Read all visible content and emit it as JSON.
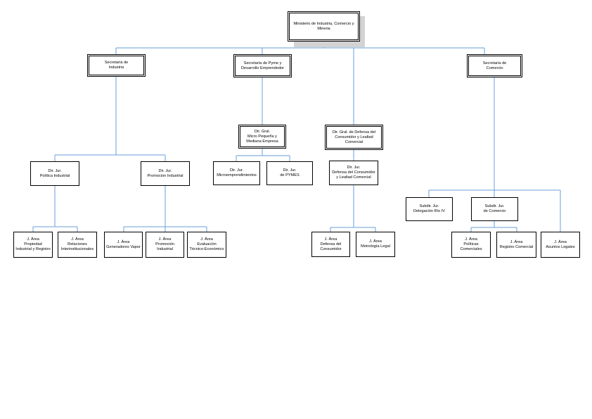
{
  "line_color": "#6a9fd8",
  "nodes": {
    "ministerio": "Ministerio de Industria, Comercio y\nMineria",
    "sec_industria": "Secretaría de\nIndustria",
    "sec_pyme": "Secretaría de Pyme y\nDesarrollo Emprendedor",
    "sec_comercio": "Secretaría de\nComercio",
    "dir_gral_pyme": "Dir. Gral.\nMicro Pequeña y\nMediana Empresa",
    "dir_gral_defensa": "Dir. Gral. de Defensa del\nConsumidor y Lealtad\nComercial",
    "dir_politica": "Dir. Jur.\nPolítica Industrial",
    "dir_promocion": "Dir. Jur.\nPromocion Industrial",
    "dir_micro": "Dir. Jur.\nMicroemprendimientos",
    "dir_pymes": "Dir. Jur.\nde PYMES",
    "dir_defensa": "Dir. Jur.\nDefensa del Consumidor\ny Lealtad Comercial",
    "subdir_rio": "Subdir. Jur.\nDelegación Río IV",
    "subdir_comercio": "Subdir. Jur.\nde Comercio",
    "area_propiedad": "J. Área\nPropiedad\nIndustrial y Registro",
    "area_relaciones": "J. Área\nRelaciones\nInterinstitucionales",
    "area_generadores": "J. Área\nGeneradores Vapor",
    "area_promocion": "J. Área\nPromoción\nIndustrial",
    "area_evaluacion": "J. Área\nEvaluación\nTécnico-Económico",
    "area_defensa": "J. Área\nDefensa del\nConsumidor",
    "area_metrologia": "J. Área\nMetrología Legal",
    "area_politicas": "J. Área\nPolíticas\nComerciales",
    "area_registro": "J. Área\nRegistro Comercial",
    "area_asuntos": "J. Área\nAsuntos Legales"
  }
}
